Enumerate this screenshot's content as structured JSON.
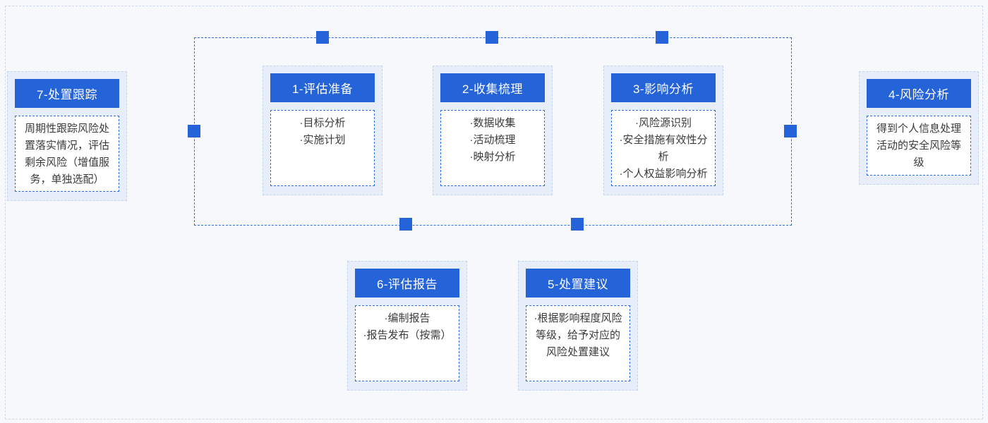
{
  "colors": {
    "primary_blue": "#2563d9",
    "connector_blue": "#2f6fe4",
    "node_background": "#e7eefa",
    "node_border_light": "#c3d5f0",
    "page_background": "#f6f8fc",
    "outer_border": "#cbd8ec",
    "body_text": "#3b3b3b",
    "header_text": "#ffffff"
  },
  "nodes": {
    "n1": {
      "title": "1-评估准备",
      "items": [
        "·目标分析",
        "·实施计划"
      ]
    },
    "n2": {
      "title": "2-收集梳理",
      "items": [
        "·数据收集",
        "·活动梳理",
        "·映射分析"
      ]
    },
    "n3": {
      "title": "3-影响分析",
      "items": [
        "·风险源识别",
        "·安全措施有效性分析",
        "·个人权益影响分析"
      ]
    },
    "n4": {
      "title": "4-风险分析",
      "body": "得到个人信息处理活动的安全风险等级"
    },
    "n5": {
      "title": "5-处置建议",
      "body": "·根据影响程度风险等级，给予对应的风险处置建议"
    },
    "n6": {
      "title": "6-评估报告",
      "items": [
        "·编制报告",
        "·报告发布（按需）"
      ]
    },
    "n7": {
      "title": "7-处置跟踪",
      "body": "周期性跟踪风险处置落实情况，评估剩余风险（增值服务，单独选配）"
    }
  }
}
